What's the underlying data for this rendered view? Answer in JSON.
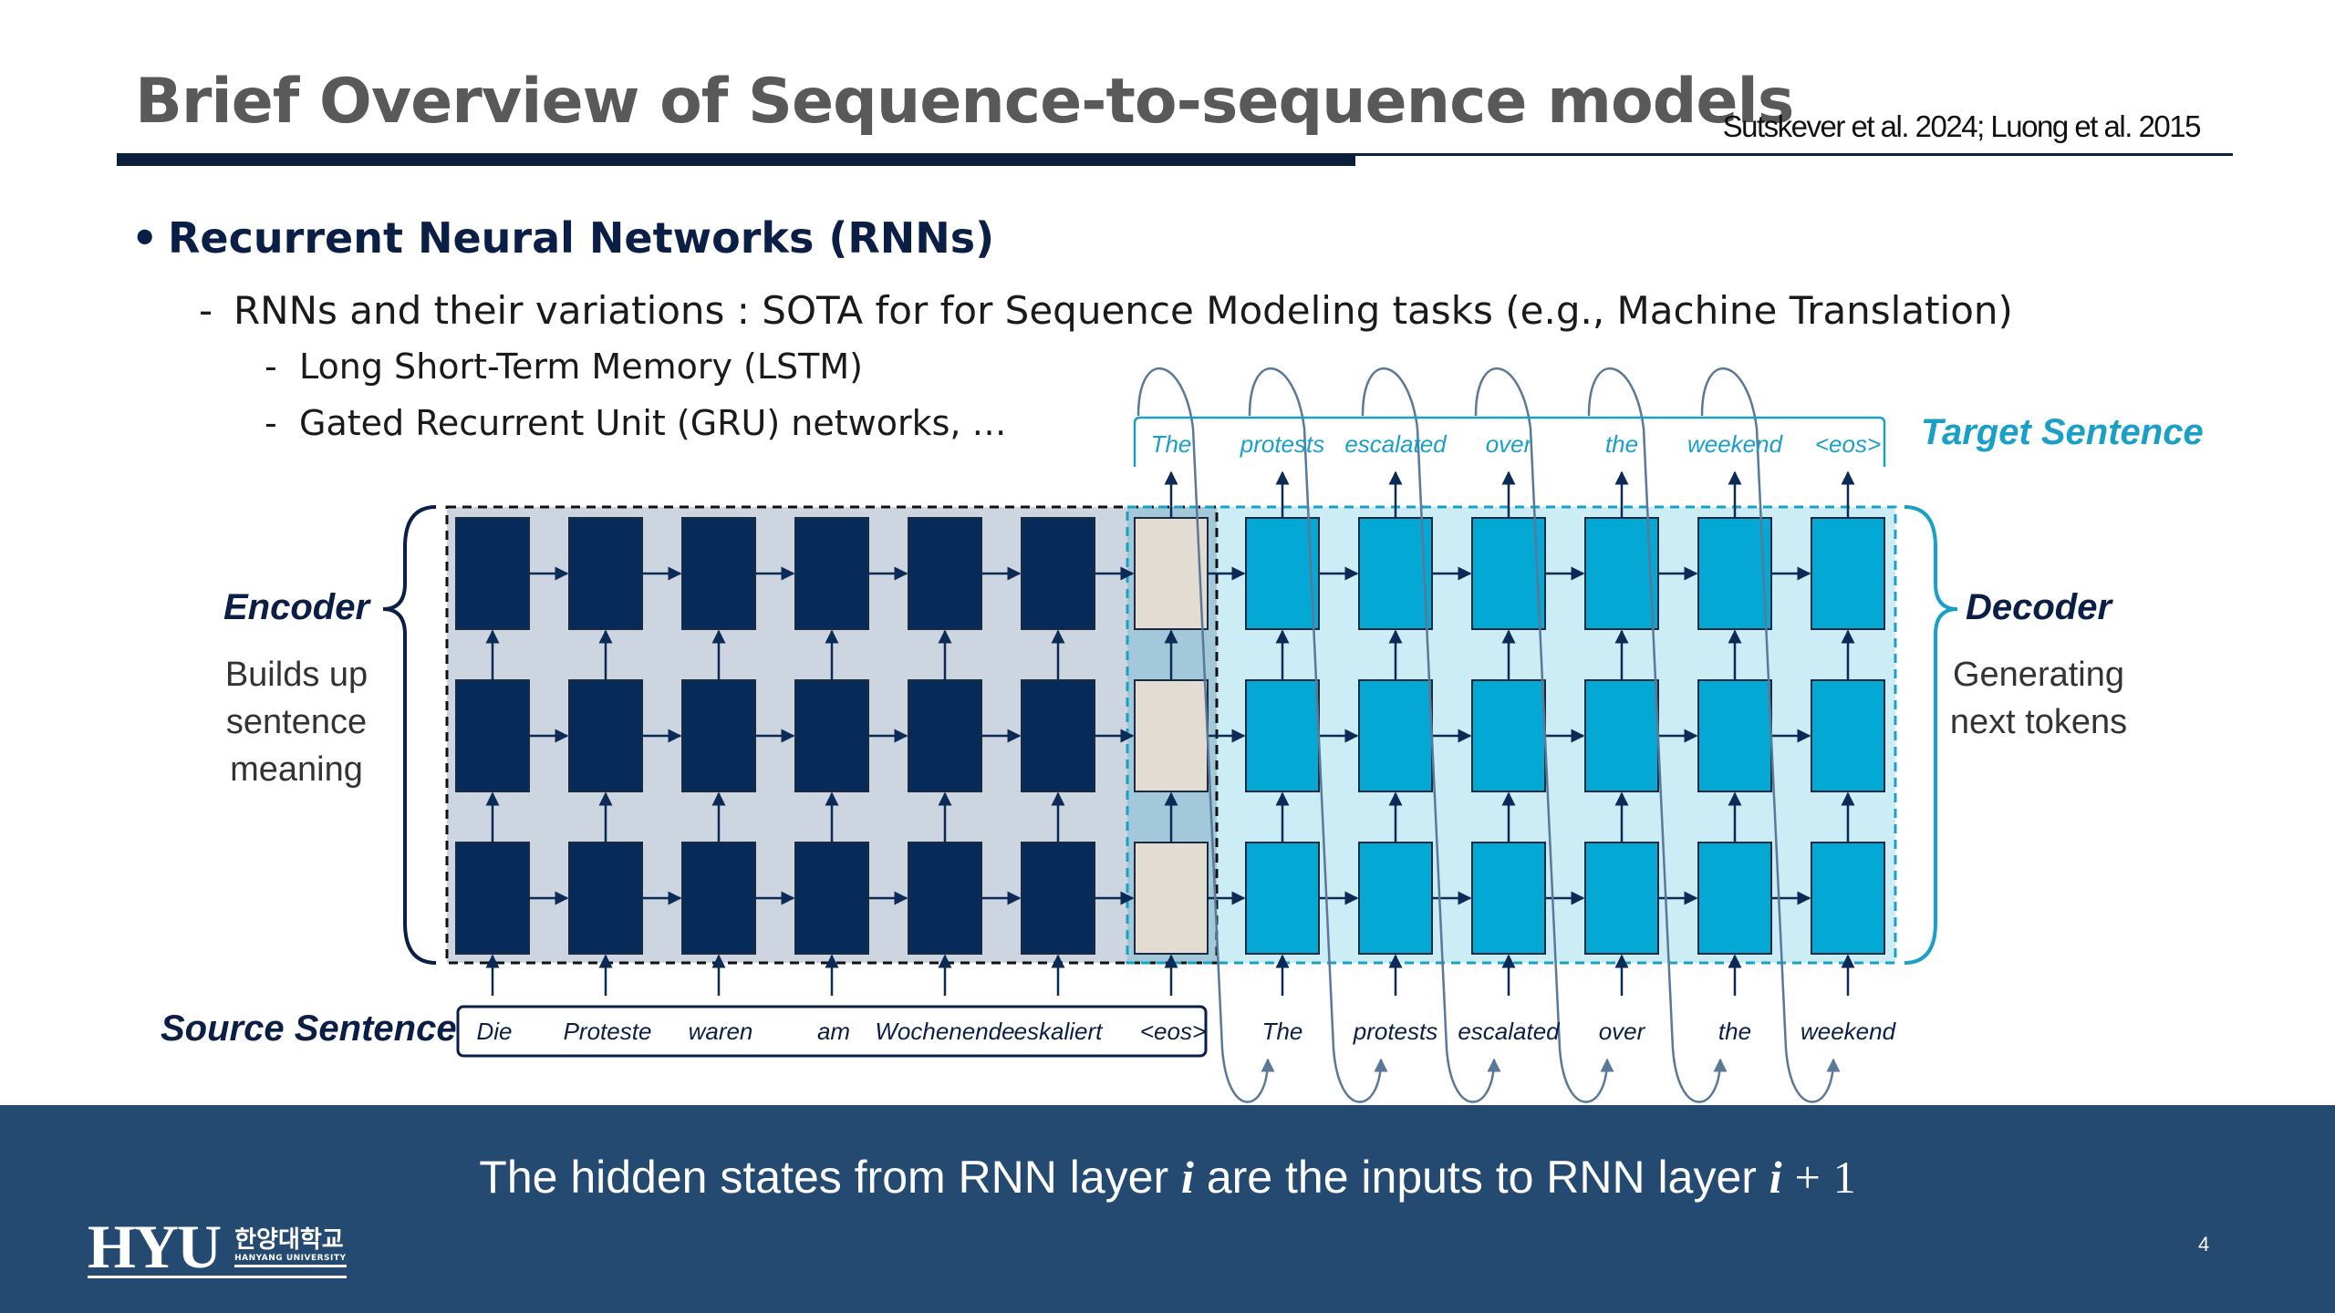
{
  "header": {
    "title": "Brief Overview of Sequence-to-sequence models",
    "citation": "Sutskever et al. 2024; Luong et al. 2015"
  },
  "bullets": {
    "level1_marker": "•",
    "level1": "Recurrent Neural Networks (RNNs)",
    "dash": "-",
    "level2": "RNNs and their variations : SOTA for for Sequence Modeling  tasks (e.g., Machine Translation)",
    "level3": [
      "Long Short-Term Memory (LSTM)",
      "Gated Recurrent Unit (GRU) networks, …"
    ]
  },
  "diagram": {
    "encoder": {
      "title": "Encoder",
      "desc": [
        "Builds up",
        "sentence",
        "meaning"
      ]
    },
    "decoder": {
      "title": "Decoder",
      "desc": [
        "Generating",
        "next tokens"
      ]
    },
    "target_label": "Target Sentence",
    "source_label": "Source Sentence",
    "source_tokens": [
      "Die",
      "Proteste",
      "waren",
      "am",
      "Wochenende",
      "eskaliert",
      "<eos>"
    ],
    "decoder_input_tokens": [
      "The",
      "protests",
      "escalated",
      "over",
      "the",
      "weekend"
    ],
    "target_tokens": [
      "The",
      "protests",
      "escalated",
      "over",
      "the",
      "weekend",
      "<eos>"
    ],
    "colors": {
      "encoder_cell": "#062a5a",
      "decoder_cell": "#03a9d4",
      "bridge_cell": "#e3dcd3",
      "encoder_bg": "#cdd5e0",
      "decoder_bg": "#cdedf6",
      "bridge_bg": "#a3c8da",
      "target_text": "#1aa0c6",
      "arrow": "#0b2a55",
      "feedback_curve": "#5a7898"
    }
  },
  "footer": {
    "caption_prefix": "The hidden states from RNN layer ",
    "caption_var": "i",
    "caption_mid": " are the inputs to RNN layer ",
    "caption_plus": "+",
    "caption_one": "1",
    "logo_main": "HYU",
    "logo_korean": "한양대학교",
    "logo_english": "HANYANG UNIVERSITY",
    "page_number": "4"
  }
}
